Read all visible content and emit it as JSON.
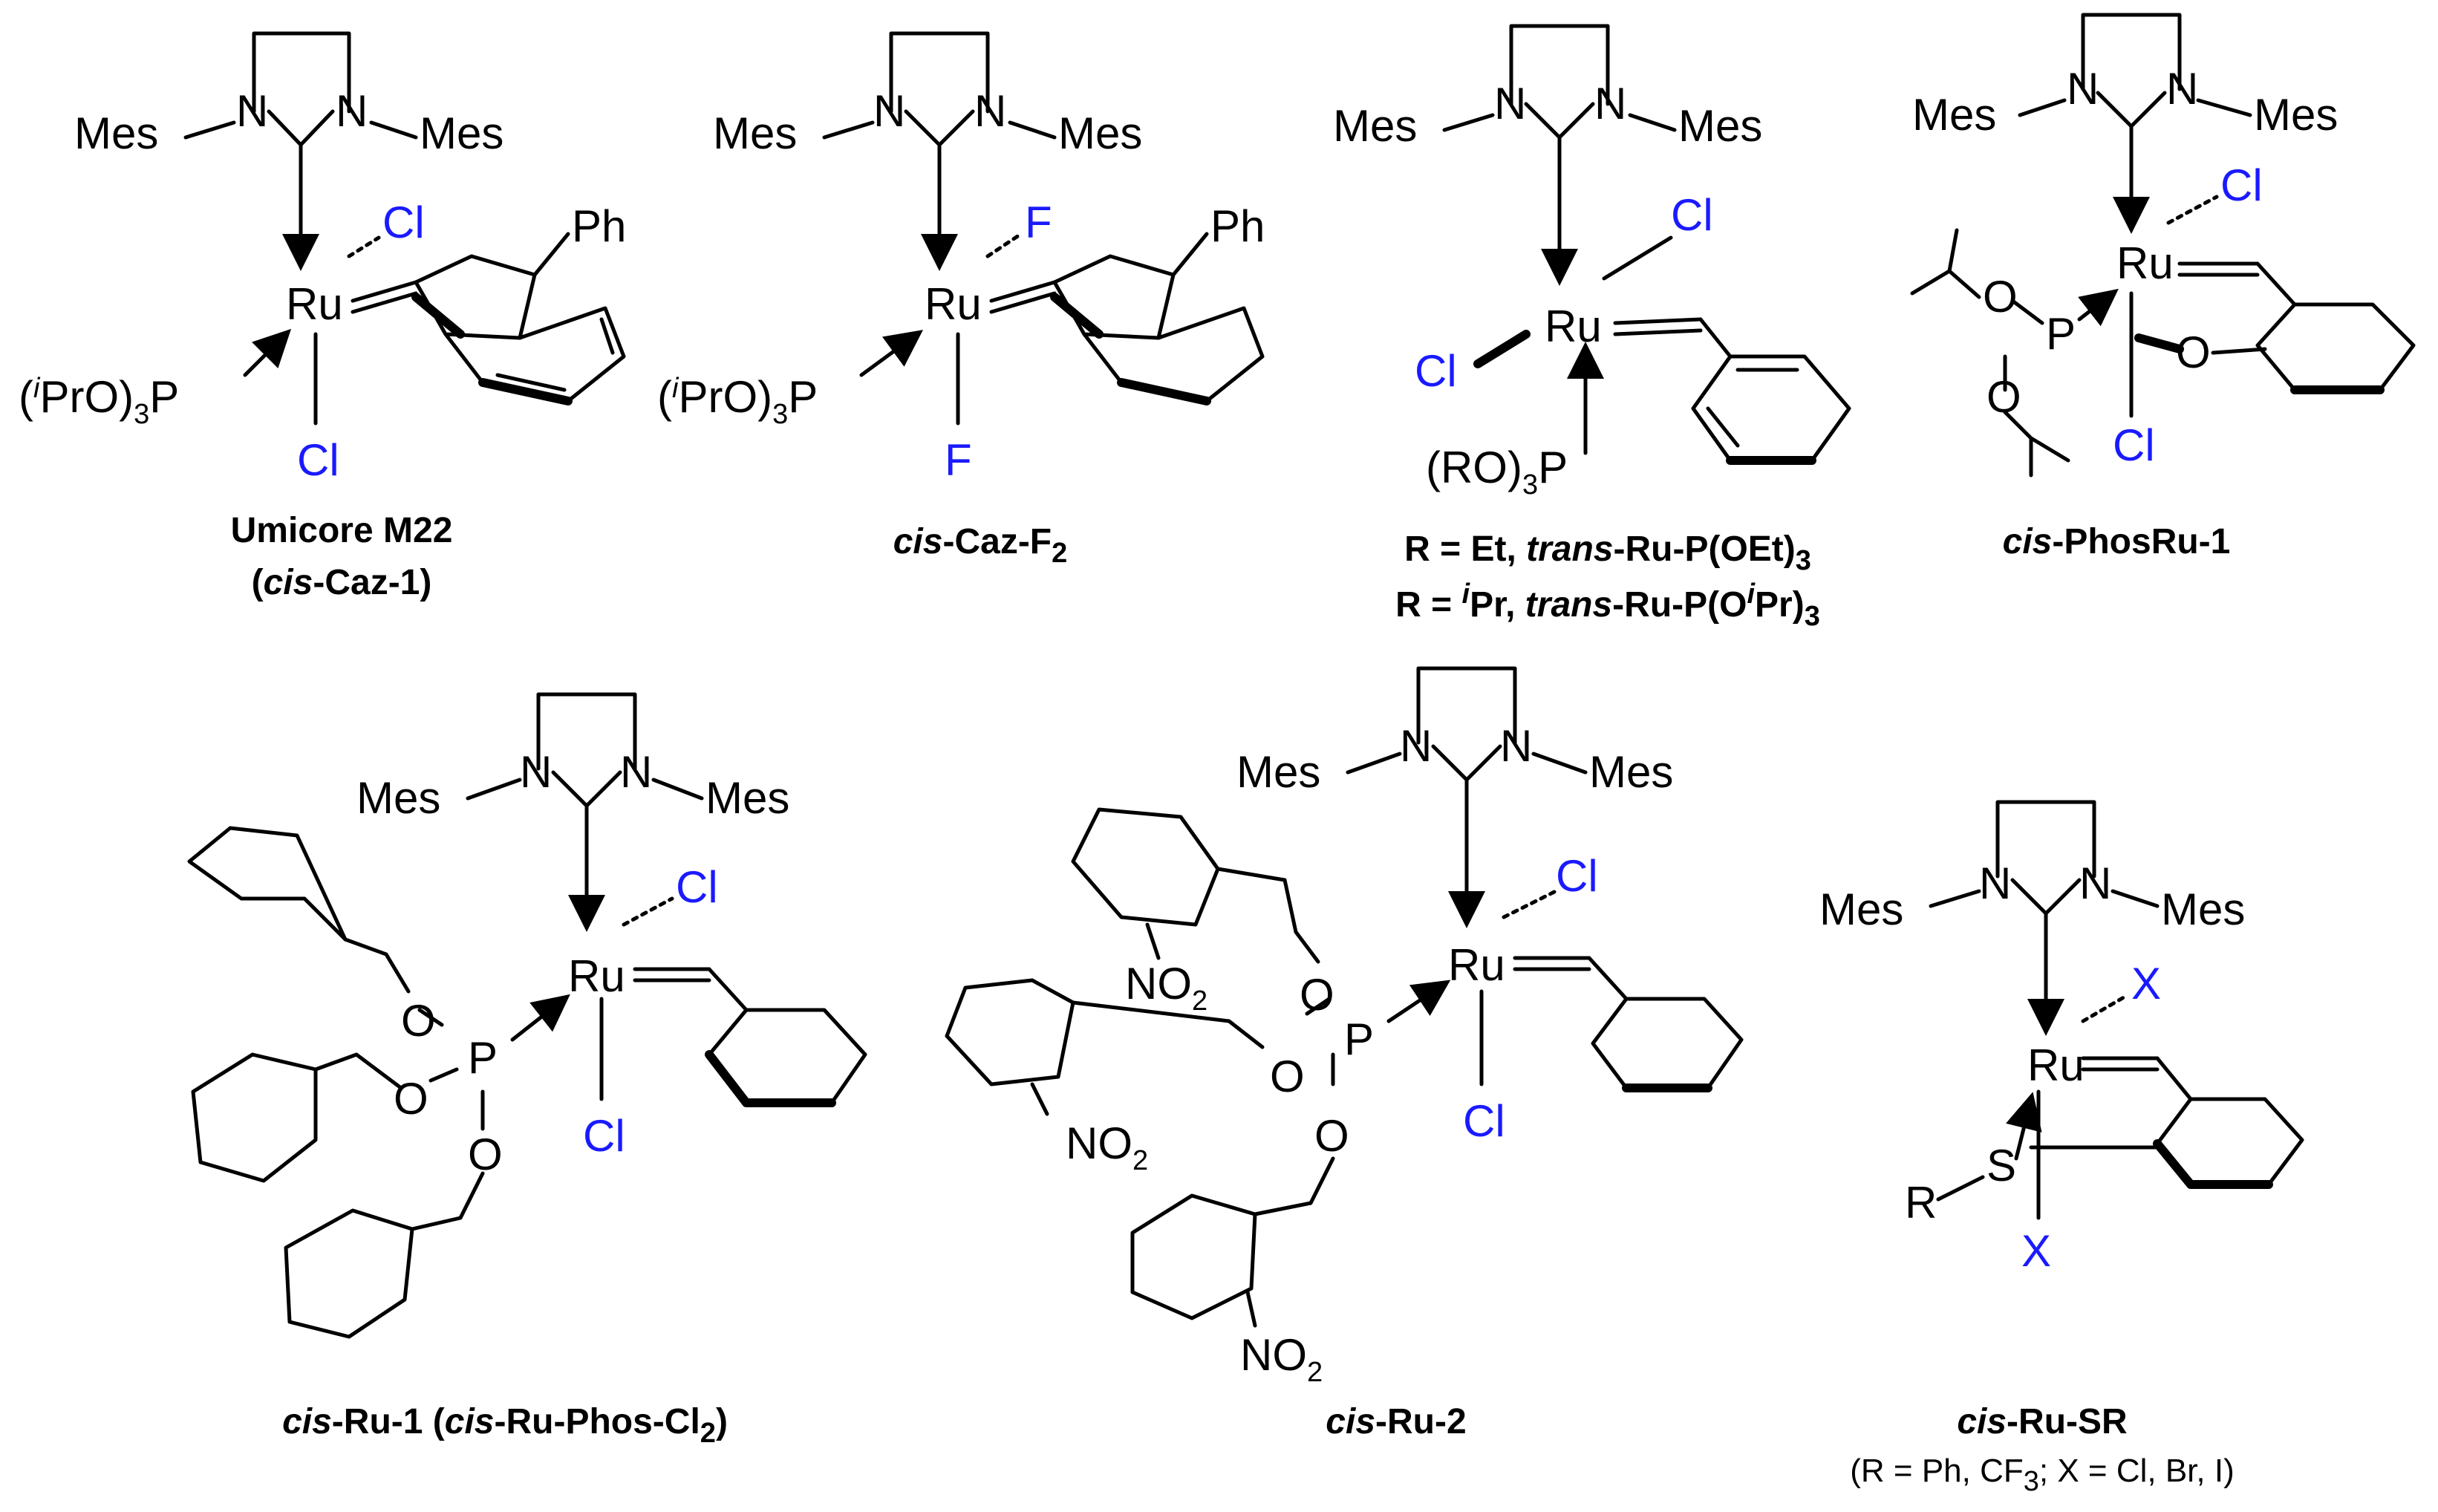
{
  "atoms": {
    "mes": "Mes",
    "n": "N",
    "ru": "Ru",
    "cl": "Cl",
    "f": "F",
    "x": "X",
    "ph": "Ph",
    "p": "P",
    "o": "O",
    "s": "S",
    "r": "R",
    "no2_main": "NO",
    "no2_sub": "2",
    "ipro_open": "(",
    "ipro_i": "i",
    "ipro_rest": "PrO)",
    "ipro_sub": "3",
    "ro3": "(RO)",
    "ro3_sub": "3"
  },
  "captions": {
    "m22_line1": "Umicore M22",
    "m22_line2_open": "(",
    "m22_line2_cis": "cis",
    "m22_line2_rest": "-Caz-1)",
    "cazf2_cis": "cis",
    "cazf2_rest": "-Caz-F",
    "cazf2_sub": "2",
    "trans_line1_a": "R = Et, ",
    "trans_line1_b": "trans",
    "trans_line1_c": "-Ru-P(OEt)",
    "trans_line1_sub": "3",
    "trans_line2_a": "R = ",
    "trans_line2_i": "i",
    "trans_line2_b": "Pr, ",
    "trans_line2_c": "trans",
    "trans_line2_d": "-Ru-P(O",
    "trans_line2_i2": "i",
    "trans_line2_e": "Pr)",
    "trans_line2_sub": "3",
    "phosru_cis": "cis",
    "phosru_rest": "-PhosRu-1",
    "ru1_cis": "cis",
    "ru1_a": "-Ru-1 (",
    "ru1_cis2": "cis",
    "ru1_b": "-Ru-Phos-Cl",
    "ru1_sub": "2",
    "ru1_c": ")",
    "ru2_cis": "cis",
    "ru2_rest": "-Ru-2",
    "rusr_cis": "cis",
    "rusr_rest": "-Ru-SR",
    "rusr_note_a": "(R = Ph, CF",
    "rusr_note_sub": "3",
    "rusr_note_b": "; X = Cl, Br, I)"
  },
  "colors": {
    "ligand_blue": "#1a1aff",
    "ink": "#000000"
  }
}
